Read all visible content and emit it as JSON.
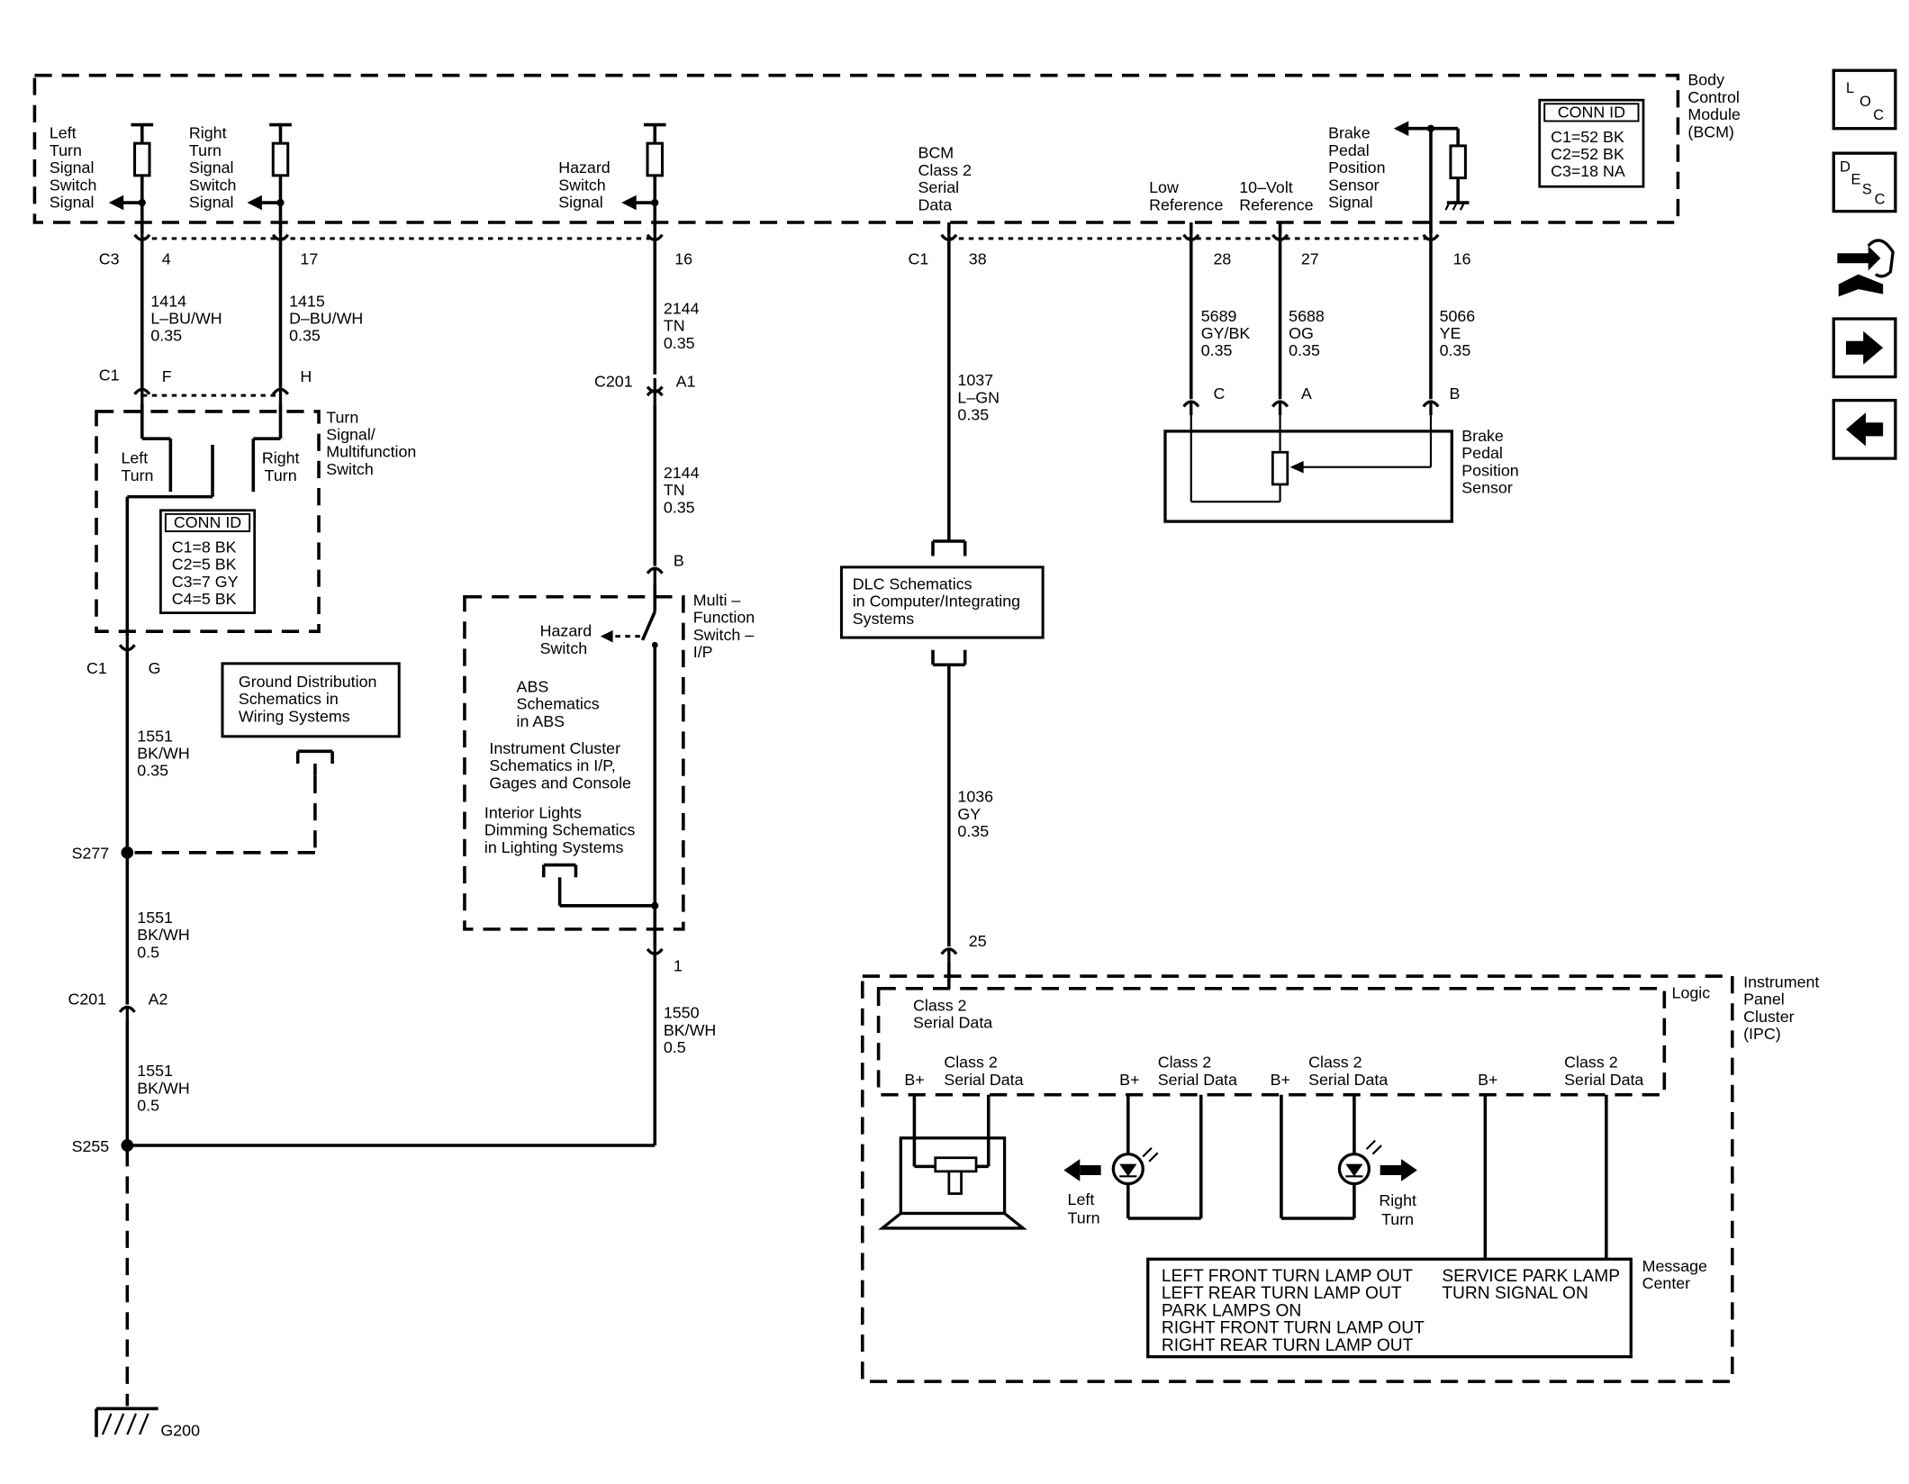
{
  "bcm": {
    "title": [
      "Body",
      "Control",
      "Module",
      "(BCM)"
    ],
    "conn_id_title": "CONN ID",
    "conn_ids": [
      "C1=52 BK",
      "C2=52 BK",
      "C3=18 NA"
    ],
    "left_turn_signal": [
      "Left",
      "Turn",
      "Signal",
      "Switch",
      "Signal"
    ],
    "right_turn_signal": [
      "Right",
      "Turn",
      "Signal",
      "Switch",
      "Signal"
    ],
    "hazard_signal": [
      "Hazard",
      "Switch",
      "Signal"
    ],
    "class2": [
      "BCM",
      "Class 2",
      "Serial",
      "Data"
    ],
    "low_ref": [
      "Low",
      "Reference"
    ],
    "volt_ref": [
      "10–Volt",
      "Reference"
    ],
    "brake_signal": [
      "Brake",
      "Pedal",
      "Position",
      "Sensor",
      "Signal"
    ]
  },
  "pins": {
    "c3": "C3",
    "p4": "4",
    "p17": "17",
    "p16a": "16",
    "c1_bcm": "C1",
    "p38": "38",
    "p28": "28",
    "p27": "27",
    "p16b": "16",
    "c1_tss": "C1",
    "pF": "F",
    "pH": "H",
    "c201_a": "C201",
    "pA1": "A1",
    "pB": "B",
    "c1_g": "C1",
    "pG": "G",
    "p1": "1",
    "c201_b": "C201",
    "pA2": "A2",
    "sC": "C",
    "sA": "A",
    "sB": "B",
    "p25": "25"
  },
  "wires": {
    "w1414": [
      "1414",
      "L–BU/WH",
      "0.35"
    ],
    "w1415": [
      "1415",
      "D–BU/WH",
      "0.35"
    ],
    "w2144a": [
      "2144",
      "TN",
      "0.35"
    ],
    "w2144b": [
      "2144",
      "TN",
      "0.35"
    ],
    "w1037": [
      "1037",
      "L–GN",
      "0.35"
    ],
    "w1036": [
      "1036",
      "GY",
      "0.35"
    ],
    "w5689": [
      "5689",
      "GY/BK",
      "0.35"
    ],
    "w5688": [
      "5688",
      "OG",
      "0.35"
    ],
    "w5066": [
      "5066",
      "YE",
      "0.35"
    ],
    "w1551a": [
      "1551",
      "BK/WH",
      "0.35"
    ],
    "w1551b": [
      "1551",
      "BK/WH",
      "0.5"
    ],
    "w1551c": [
      "1551",
      "BK/WH",
      "0.5"
    ],
    "w1550": [
      "1550",
      "BK/WH",
      "0.5"
    ]
  },
  "turn_switch": {
    "title": [
      "Turn",
      "Signal/",
      "Multifunction",
      "Switch"
    ],
    "left": [
      "Left",
      "Turn"
    ],
    "right": [
      "Right",
      "Turn"
    ],
    "conn_id_title": "CONN ID",
    "conn_ids": [
      "C1=8 BK",
      "C2=5 BK",
      "C3=7 GY",
      "C4=5 BK"
    ]
  },
  "ground_dist": [
    "Ground Distribution",
    "Schematics in",
    "Wiring Systems"
  ],
  "splices": {
    "s277": "S277",
    "s255": "S255",
    "g200": "G200"
  },
  "multi_switch": {
    "title": [
      "Multi –",
      "Function",
      "Switch –",
      "I/P"
    ],
    "hazard": [
      "Hazard",
      "Switch"
    ],
    "abs": [
      "ABS",
      "Schematics",
      "in ABS"
    ],
    "cluster": [
      "Instrument Cluster",
      "Schematics in I/P,",
      "Gages and Console"
    ],
    "dimming": [
      "Interior Lights",
      "Dimming Schematics",
      "in Lighting Systems"
    ]
  },
  "dlc": [
    "DLC Schematics",
    "in Computer/Integrating",
    "Systems"
  ],
  "brake_sensor": [
    "Brake",
    "Pedal",
    "Position",
    "Sensor"
  ],
  "ipc": {
    "title": [
      "Instrument",
      "Panel",
      "Cluster",
      "(IPC)"
    ],
    "logic": "Logic",
    "serial_top": [
      "Class 2",
      "Serial Data"
    ],
    "bplus": "B+",
    "serial": [
      "Class 2",
      "Serial Data"
    ],
    "left_turn": [
      "Left",
      "Turn"
    ],
    "right_turn": [
      "Right",
      "Turn"
    ],
    "message_center": [
      "Message",
      "Center"
    ],
    "messages_left": [
      "LEFT FRONT TURN LAMP OUT",
      "LEFT REAR TURN LAMP OUT",
      "PARK LAMPS ON",
      "RIGHT FRONT TURN LAMP OUT",
      "RIGHT REAR TURN LAMP OUT"
    ],
    "messages_right": [
      "SERVICE PARK LAMP",
      "TURN SIGNAL ON"
    ]
  },
  "nav": {
    "loc": [
      "L",
      "O",
      "C"
    ],
    "desc": [
      "D",
      "E",
      "S",
      "C"
    ],
    "icons": [
      "connector-route-icon",
      "arrow-right-icon",
      "arrow-left-icon"
    ]
  }
}
